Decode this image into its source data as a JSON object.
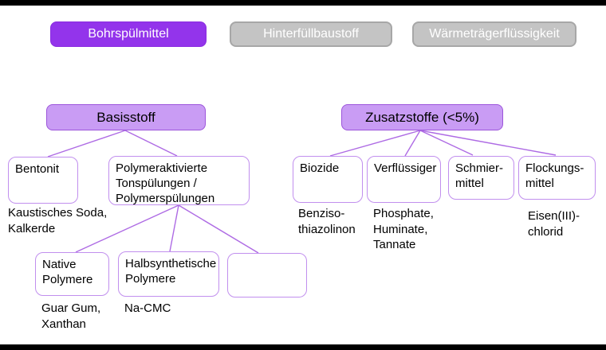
{
  "tabs": {
    "items": [
      {
        "label": "Bohrspülmittel",
        "active": true
      },
      {
        "label": "Hinterfüllbaustoff",
        "active": false
      },
      {
        "label": "Wärmeträgerflüssigkeit",
        "active": false
      }
    ]
  },
  "colors": {
    "active_tab": "#9334EB",
    "inactive_tab_fill": "#C4C4C4",
    "inactive_tab_border": "#A7A7A7",
    "header_fill": "#C99CF4",
    "header_border": "#9C55DB",
    "node_border": "#C18FEE",
    "connector": "#AE6BE4"
  },
  "tree": {
    "basisstoff": {
      "header": "Basisstoff"
    },
    "zusatzstoffe": {
      "header": "Zusatzstoffe (<5%)"
    },
    "bentonit": {
      "label": "Bentonit",
      "note": "Kaustisches Soda,\nKalkerde"
    },
    "polymer": {
      "label": "Polymeraktivierte\nTonspülungen /\nPolymerspülungen"
    },
    "native": {
      "label": "Native\nPolymere",
      "note": "Guar Gum,\nXanthan"
    },
    "halbsynthetisch": {
      "label": "Halbsynthetische\nPolymere",
      "note": "Na-CMC"
    },
    "empty": {
      "label": ""
    },
    "biozide": {
      "label": "Biozide",
      "note": "Benziso-\nthiazolinon"
    },
    "verfluessiger": {
      "label": "Verflüssiger",
      "note": "Phosphate,\nHuminate,\nTannate"
    },
    "schmiermittel": {
      "label": "Schmier-\nmittel"
    },
    "flockungsmittel": {
      "label": "Flockungs-\nmittel",
      "note": "Eisen(III)-\nchlorid"
    }
  }
}
